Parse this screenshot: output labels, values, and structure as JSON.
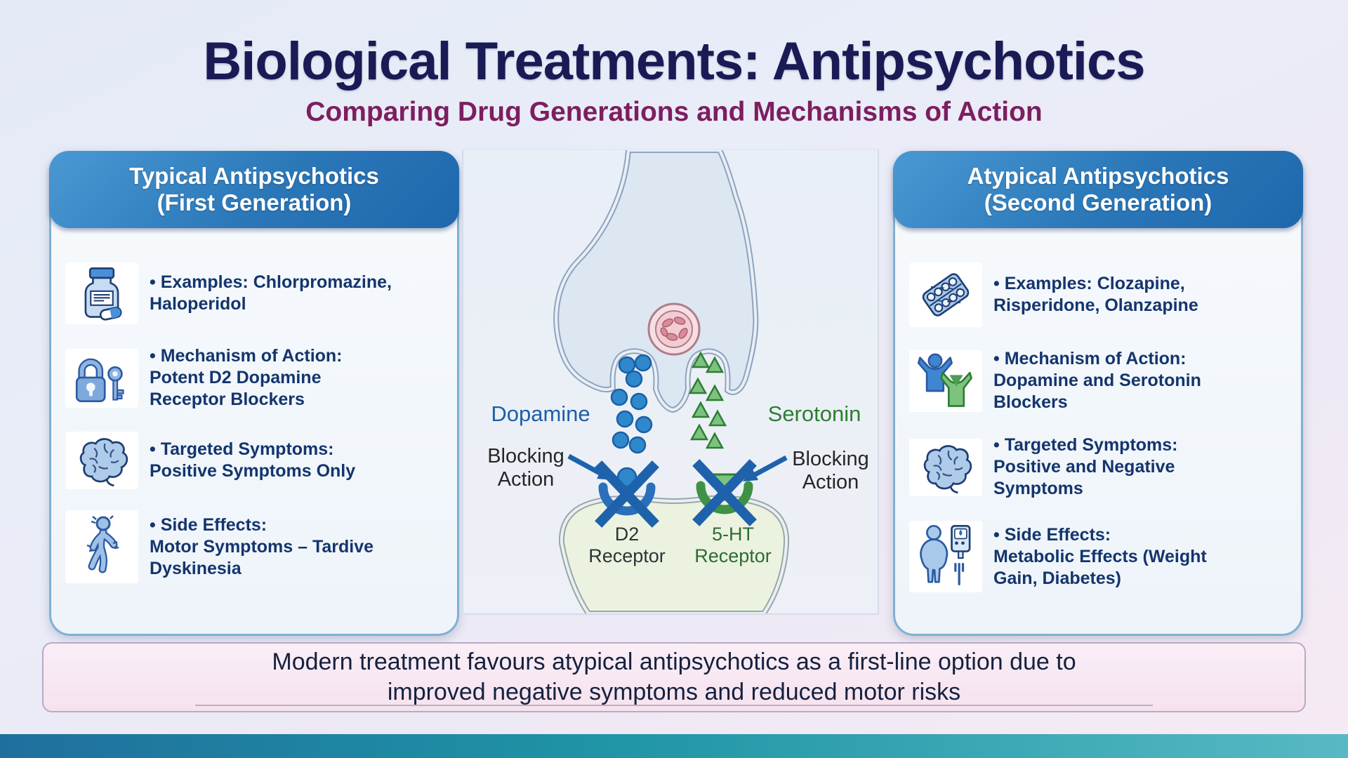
{
  "title": "Biological Treatments: Antipsychotics",
  "subtitle": "Comparing Drug Generations and Mechanisms of Action",
  "left_card": {
    "header": "Typical Antipsychotics\n(First Generation)",
    "items": [
      {
        "icon": "pill-bottle-icon",
        "text": "• Examples: Chlorpromazine,\nHaloperidol"
      },
      {
        "icon": "lock-key-icon",
        "text": "• Mechanism of Action:\nPotent D2 Dopamine\nReceptor Blockers"
      },
      {
        "icon": "brain-icon",
        "text": "• Targeted Symptoms:\nPositive Symptoms Only"
      },
      {
        "icon": "tremor-person-icon",
        "text": "• Side Effects:\nMotor Symptoms – Tardive\nDyskinesia"
      }
    ]
  },
  "right_card": {
    "header": "Atypical Antipsychotics\n(Second Generation)",
    "items": [
      {
        "icon": "blister-pack-icon",
        "text": "• Examples: Clozapine,\nRisperidone, Olanzapine"
      },
      {
        "icon": "dual-receptor-icon",
        "text": "• Mechanism of Action:\nDopamine and Serotonin\nBlockers"
      },
      {
        "icon": "brain-icon",
        "text": "• Targeted Symptoms:\nPositive and Negative\nSymptoms"
      },
      {
        "icon": "metabolic-icon",
        "text": "• Side Effects:\nMetabolic Effects (Weight\nGain, Diabetes)"
      }
    ]
  },
  "diagram": {
    "dopamine_label": "Dopamine",
    "serotonin_label": "Serotonin",
    "blocking_action_left": "Blocking Action",
    "blocking_action_right": "Blocking Action",
    "d2_receptor_label": "D2 Receptor",
    "five_ht_receptor_label": "5-HT Receptor"
  },
  "banner": {
    "text": "Modern treatment favours atypical antipsychotics as a first-line option due to\nimproved negative symptoms and reduced motor risks"
  },
  "colors": {
    "title": "#1a1b55",
    "subtitle": "#7d1e5f",
    "card_header_top": "#4a98d3",
    "card_header_bottom": "#1f67ad",
    "card_border": "#7fb0d4",
    "body_text": "#14356d",
    "dopamine_blue": "#2f88cc",
    "serotonin_green": "#7cc47e",
    "blocking_x_blue": "#1e62ab",
    "postsynaptic_green": "#ebf3e0",
    "banner_bg": "#f8e9f3",
    "footer_teal": "#1f95a5"
  }
}
